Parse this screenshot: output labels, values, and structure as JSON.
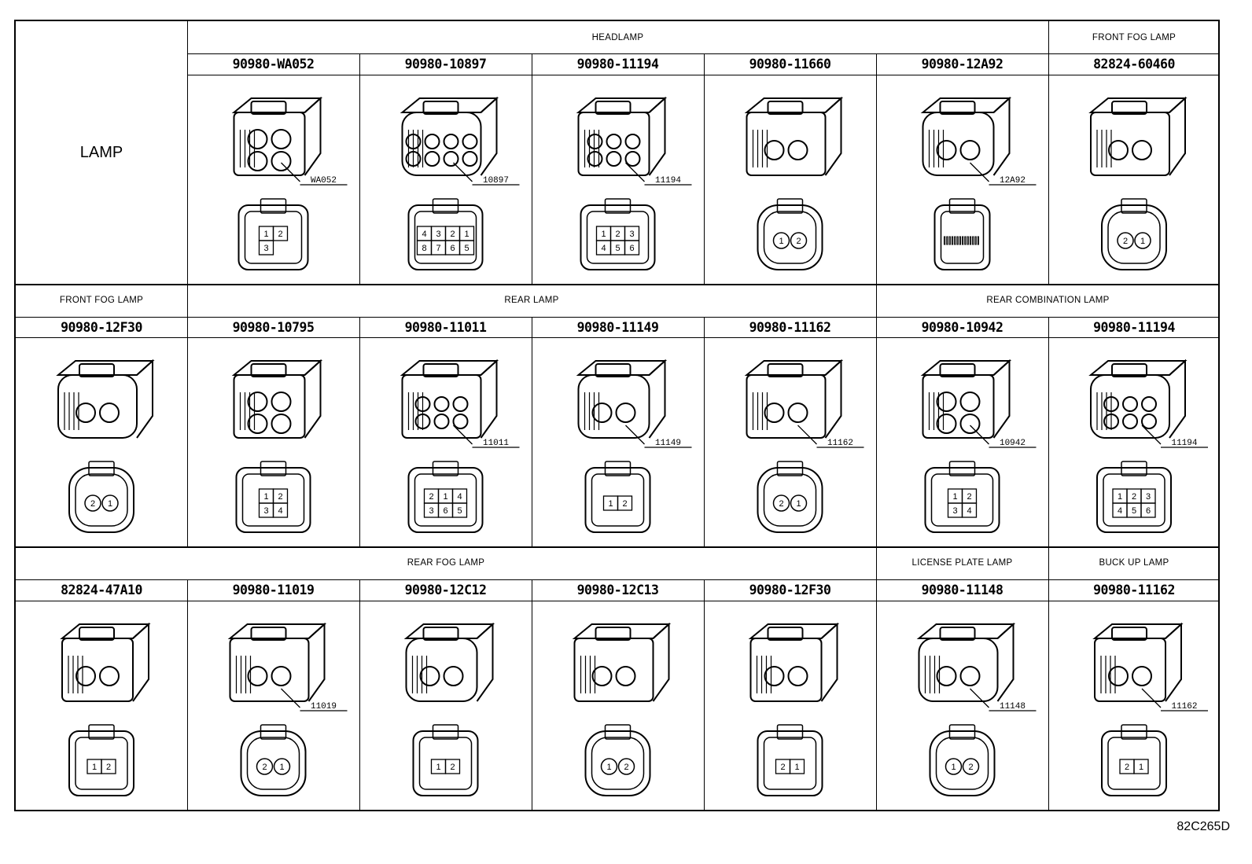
{
  "corner_label": "LAMP",
  "diagram_id": "82C265D",
  "rows": [
    {
      "groups": [
        {
          "label": "HEADLAMP"
        },
        {
          "label": "FRONT FOG LAMP"
        }
      ],
      "parts": [
        {
          "number": "90980-WA052",
          "code": "WA052",
          "pins": [
            "1",
            "2",
            "3"
          ]
        },
        {
          "number": "90980-10897",
          "code": "10897",
          "pins": [
            "4",
            "3",
            "2",
            "1",
            "8",
            "7",
            "6",
            "5"
          ]
        },
        {
          "number": "90980-11194",
          "code": "11194",
          "pins": [
            "1",
            "2",
            "3",
            "4",
            "5",
            "6"
          ]
        },
        {
          "number": "90980-11660",
          "code": "",
          "pins": [
            "1",
            "2"
          ]
        },
        {
          "number": "90980-12A92",
          "code": "12A92",
          "pins": []
        },
        {
          "number": "82824-60460",
          "code": "",
          "pins": [
            "2",
            "1"
          ]
        }
      ]
    },
    {
      "groups": [
        {
          "label": "FRONT FOG LAMP"
        },
        {
          "label": "REAR LAMP"
        },
        {
          "label": "REAR COMBINATION LAMP"
        }
      ],
      "parts": [
        {
          "number": "90980-12F30",
          "code": "",
          "pins": [
            "2",
            "1"
          ]
        },
        {
          "number": "90980-10795",
          "code": "",
          "pins": [
            "1",
            "2",
            "3",
            "4"
          ]
        },
        {
          "number": "90980-11011",
          "code": "11011",
          "pins": [
            "2",
            "1",
            "4",
            "3",
            "6",
            "5"
          ]
        },
        {
          "number": "90980-11149",
          "code": "11149",
          "pins": [
            "1",
            "2"
          ]
        },
        {
          "number": "90980-11162",
          "code": "11162",
          "pins": [
            "2",
            "1"
          ]
        },
        {
          "number": "90980-10942",
          "code": "10942",
          "pins": [
            "1",
            "2",
            "3",
            "4"
          ]
        },
        {
          "number": "90980-11194",
          "code": "11194",
          "pins": [
            "1",
            "2",
            "3",
            "4",
            "5",
            "6"
          ]
        }
      ]
    },
    {
      "groups": [
        {
          "label": "REAR FOG LAMP"
        },
        {
          "label": "LICENSE PLATE LAMP"
        },
        {
          "label": "BUCK UP LAMP"
        }
      ],
      "parts": [
        {
          "number": "82824-47A10",
          "code": "",
          "pins": [
            "1",
            "2"
          ]
        },
        {
          "number": "90980-11019",
          "code": "11019",
          "pins": [
            "2",
            "1"
          ]
        },
        {
          "number": "90980-12C12",
          "code": "",
          "pins": [
            "1",
            "2"
          ]
        },
        {
          "number": "90980-12C13",
          "code": "",
          "pins": [
            "1",
            "2"
          ]
        },
        {
          "number": "90980-12F30",
          "code": "",
          "pins": [
            "2",
            "1"
          ]
        },
        {
          "number": "90980-11148",
          "code": "11148",
          "pins": [
            "1",
            "2"
          ]
        },
        {
          "number": "90980-11162",
          "code": "11162",
          "pins": [
            "2",
            "1"
          ]
        }
      ]
    }
  ]
}
